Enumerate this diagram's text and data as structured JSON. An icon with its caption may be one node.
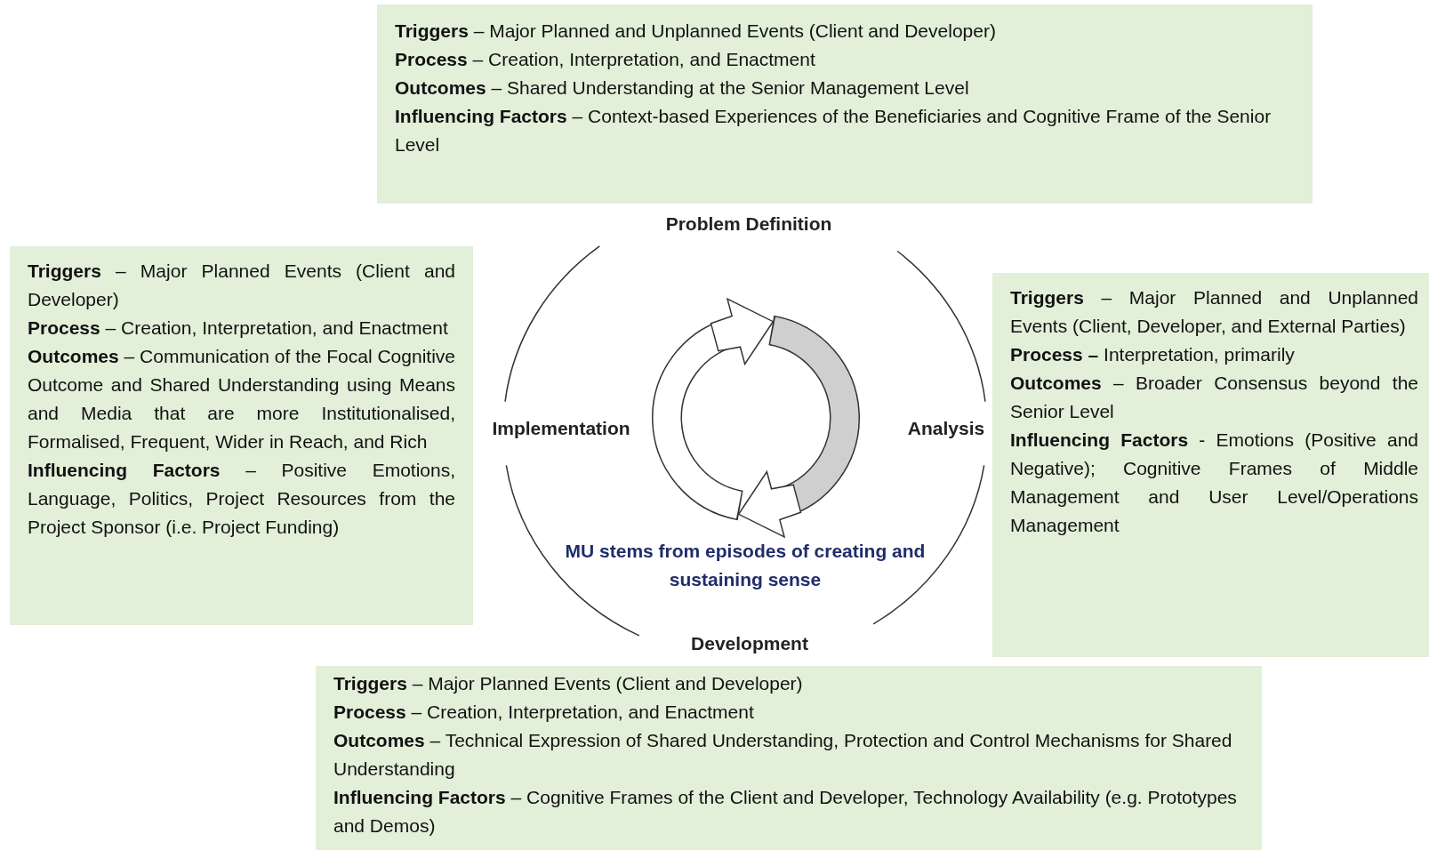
{
  "diagram": {
    "nodes": [
      {
        "text": [
          "**Triggers** – Major Planned and Unplanned Events (Client and Developer)",
          "**Process** – Creation, Interpretation, and Enactment",
          "**Outcomes** – Shared Understanding at the Senior Management Level",
          "**Influencing Factors** – Context-based Experiences of the Beneficiaries and Cognitive Frame of the Senior Level"
        ]
      },
      {
        "text": [
          "Problem Definition"
        ]
      },
      {
        "text": [
          "**Triggers** – Major Planned Events (Client and Developer)",
          "**Process** – Creation, Interpretation, and Enactment",
          "**Outcomes** – Communication of the Focal Cognitive Outcome and Shared Understanding using Means and Media that are more Institutionalised, Formalised, Frequent, Wider in Reach, and Rich",
          "**Influencing Factors** – Positive Emotions, Language, Politics, Project Resources from the Project Sponsor (i.e. Project Funding)"
        ]
      },
      {
        "text": [
          "Implementation"
        ]
      },
      {
        "text": [
          "Analysis"
        ]
      },
      {
        "text": [
          "**Triggers** – Major Planned and Unplanned Events (Client, Developer, and External Parties)",
          "**Process –** Interpretation, primarily",
          "**Outcomes** – Broader Consensus beyond the Senior Level",
          "**Influencing Factors** - Emotions (Positive and Negative); Cognitive Frames of Middle Management and User Level/Operations Management"
        ]
      },
      {
        "text": [
          "Development"
        ]
      },
      {
        "text": [
          "**Triggers** – Major Planned Events (Client and Developer)",
          "**Process** – Creation, Interpretation, and Enactment",
          "**Outcomes** – Technical Expression of Shared Understanding, Protection and Control Mechanisms for Shared Understanding",
          "**Influencing Factors** – Cognitive Frames of the Client and Developer, Technology Availability (e.g. Prototypes and Demos)"
        ]
      }
    ],
    "labels": [
      "MU stems from episodes of creating and sustaining sense"
    ]
  }
}
